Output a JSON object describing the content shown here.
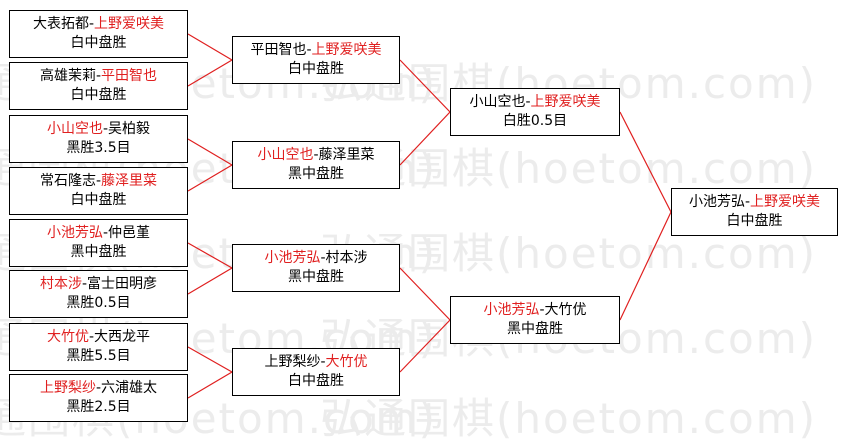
{
  "watermark": {
    "text": "弘通围棋(hoetom.com)"
  },
  "colors": {
    "winner": "#e02020",
    "line": "#e02020",
    "box_border": "#000000",
    "watermark": "#ececec"
  },
  "round1": [
    {
      "p1": "大表拓都",
      "sep": "-",
      "p2": "上野爱咲美",
      "winner": "p2",
      "result": "白中盘胜"
    },
    {
      "p1": "高雄茉莉",
      "sep": "-",
      "p2": "平田智也",
      "winner": "p2",
      "result": "白中盘胜"
    },
    {
      "p1": "小山空也",
      "sep": "-",
      "p2": "吴柏毅",
      "winner": "p1",
      "result": "黑胜3.5目"
    },
    {
      "p1": "常石隆志",
      "sep": "-",
      "p2": "藤泽里菜",
      "winner": "p2",
      "result": "白中盘胜"
    },
    {
      "p1": "小池芳弘",
      "sep": "-",
      "p2": "仲邑堇",
      "winner": "p1",
      "result": "黑中盘胜"
    },
    {
      "p1": "村本涉",
      "sep": "-",
      "p2": "富士田明彦",
      "winner": "p1",
      "result": "黑胜0.5目"
    },
    {
      "p1": "大竹优",
      "sep": "-",
      "p2": "大西龙平",
      "winner": "p1",
      "result": "黑胜5.5目"
    },
    {
      "p1": "上野梨纱",
      "sep": "-",
      "p2": "六浦雄太",
      "winner": "p1",
      "result": "黑胜2.5目"
    }
  ],
  "round2": [
    {
      "p1": "平田智也",
      "sep": "-",
      "p2": "上野爱咲美",
      "winner": "p2",
      "result": "白中盘胜"
    },
    {
      "p1": "小山空也",
      "sep": "-",
      "p2": "藤泽里菜",
      "winner": "p1",
      "result": "黑中盘胜"
    },
    {
      "p1": "小池芳弘",
      "sep": "-",
      "p2": "村本涉",
      "winner": "p1",
      "result": "黑中盘胜"
    },
    {
      "p1": "上野梨纱",
      "sep": "-",
      "p2": "大竹优",
      "winner": "p2",
      "result": "白中盘胜"
    }
  ],
  "round3": [
    {
      "p1": "小山空也",
      "sep": "-",
      "p2": "上野爱咲美",
      "winner": "p2",
      "result": "白胜0.5目"
    },
    {
      "p1": "小池芳弘",
      "sep": "-",
      "p2": "大竹优",
      "winner": "p1",
      "result": "黑中盘胜"
    }
  ],
  "final": [
    {
      "p1": "小池芳弘",
      "sep": "-",
      "p2": "上野爱咲美",
      "winner": "p2",
      "result": "白中盘胜"
    }
  ]
}
